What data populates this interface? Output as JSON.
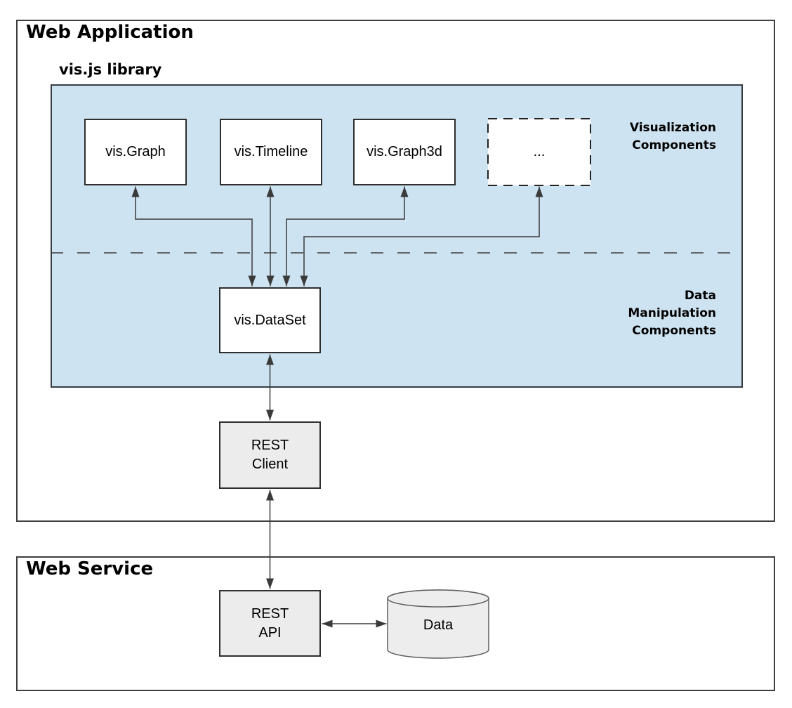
{
  "colors": {
    "background": "#ffffff",
    "panel_blue": "#cee3f1",
    "box_gray": "#ececec",
    "box_white": "#ffffff",
    "line": "#3a3a3a",
    "border_dark": "#2e2e2e",
    "text": "#000000"
  },
  "web_application": {
    "title": "Web Application",
    "visjs": {
      "label": "vis.js library",
      "section_visualization": "Visualization\nComponents",
      "section_data_manipulation": "Data\nManipulation\nComponents",
      "components": [
        {
          "label": "vis.Graph"
        },
        {
          "label": "vis.Timeline"
        },
        {
          "label": "vis.Graph3d"
        },
        {
          "label": "..."
        }
      ],
      "dataset_label": "vis.DataSet"
    },
    "rest_client_label": "REST\nClient"
  },
  "web_service": {
    "title": "Web Service",
    "rest_api_label": "REST\nAPI",
    "data_store_label": "Data"
  }
}
